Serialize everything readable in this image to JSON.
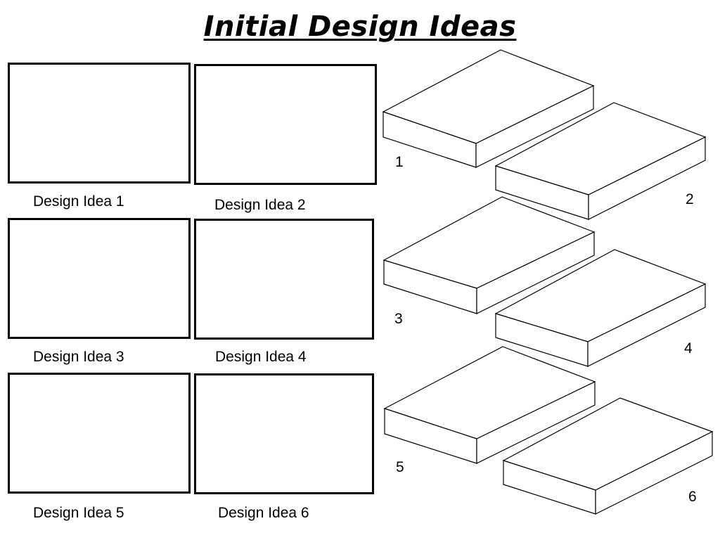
{
  "title": "Initial Design Ideas",
  "ideas": [
    {
      "label": "Design Idea 1"
    },
    {
      "label": "Design Idea 2"
    },
    {
      "label": "Design Idea 3"
    },
    {
      "label": "Design Idea 4"
    },
    {
      "label": "Design Idea 5"
    },
    {
      "label": "Design Idea 6"
    }
  ],
  "blocks": [
    {
      "number": "1"
    },
    {
      "number": "2"
    },
    {
      "number": "3"
    },
    {
      "number": "4"
    },
    {
      "number": "5"
    },
    {
      "number": "6"
    }
  ]
}
